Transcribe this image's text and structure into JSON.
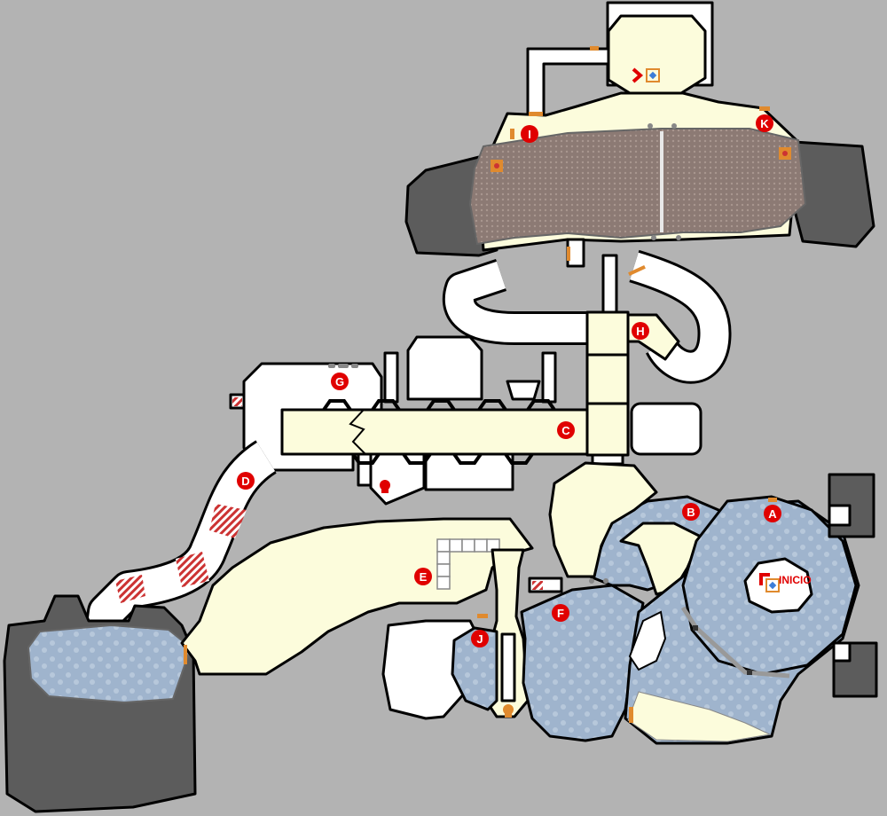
{
  "map": {
    "colors": {
      "background": "#b3b3b3",
      "floor_white": "#ffffff",
      "floor_cream": "#fcfcdc",
      "water": "#9fb4cd",
      "rock": "#5c5c5c",
      "grate": "#8c7a74",
      "marker": "#e00000",
      "hazard": "#cc3333",
      "door": "#e08a2e"
    },
    "markers": [
      {
        "id": "marker-a",
        "letter": "A"
      },
      {
        "id": "marker-b",
        "letter": "B"
      },
      {
        "id": "marker-c",
        "letter": "C"
      },
      {
        "id": "marker-d",
        "letter": "D"
      },
      {
        "id": "marker-e",
        "letter": "E"
      },
      {
        "id": "marker-f",
        "letter": "F"
      },
      {
        "id": "marker-g",
        "letter": "G"
      },
      {
        "id": "marker-h",
        "letter": "H"
      },
      {
        "id": "marker-i",
        "letter": "I"
      },
      {
        "id": "marker-j",
        "letter": "J"
      },
      {
        "id": "marker-k",
        "letter": "K"
      }
    ],
    "start_label": "INICIO",
    "icons": [
      "start-flag-icon",
      "exit-arrow-icon",
      "teleport-pad-icon",
      "skull-key-icon",
      "switch-panel-icon"
    ]
  }
}
